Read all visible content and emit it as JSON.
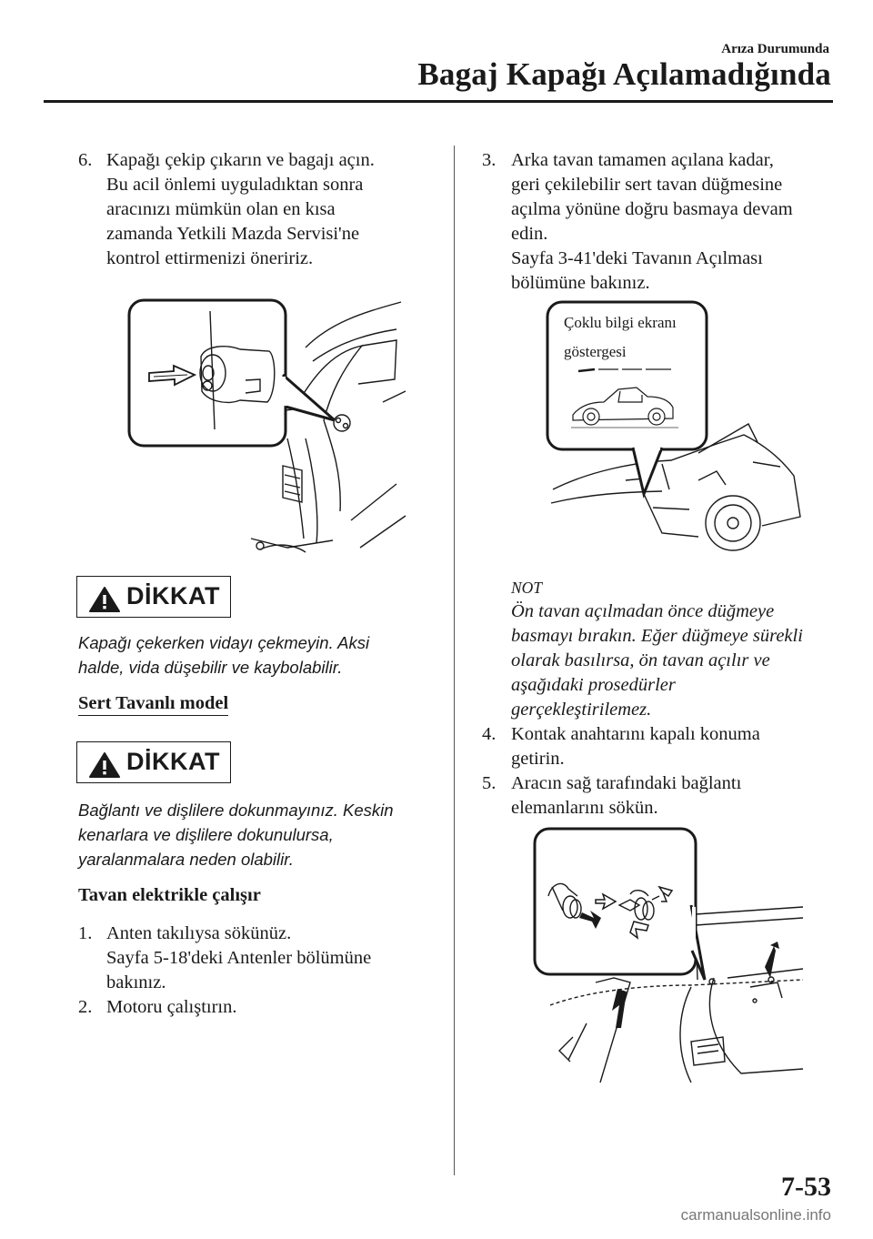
{
  "header": {
    "section": "Arıza Durumunda",
    "title": "Bagaj Kapağı Açılamadığında"
  },
  "left": {
    "step6": {
      "num": "6.",
      "lines": [
        "Kapağı çekip çıkarın ve bagajı açın.",
        "Bu acil önlemi uyguladıktan sonra",
        "aracınızı mümkün olan en kısa",
        "zamanda Yetkili Mazda Servisi'ne",
        "kontrol ettirmenizi öneririz."
      ]
    },
    "caution1": {
      "label": "DİKKAT",
      "lines": [
        "Kapağı çekerken vidayı çekmeyin. Aksi",
        "halde, vida düşebilir ve kaybolabilir."
      ]
    },
    "hardtop_heading": "Sert Tavanlı model",
    "caution2": {
      "label": "DİKKAT",
      "lines": [
        "Bağlantı ve dişlilere dokunmayınız. Keskin",
        "kenarlara ve dişlilere dokunulursa,",
        "yaralanmalara neden olabilir."
      ]
    },
    "electric_heading": "Tavan elektrikle çalışır",
    "step1": {
      "num": "1.",
      "lines": [
        "Anten takılıysa sökünüz.",
        "Sayfa 5-18'deki Antenler bölümüne",
        "bakınız."
      ]
    },
    "step2": {
      "num": "2.",
      "lines": [
        "Motoru çalıştırın."
      ]
    }
  },
  "right": {
    "step3": {
      "num": "3.",
      "lines": [
        "Arka tavan tamamen açılana kadar,",
        "geri çekilebilir sert tavan düğmesine",
        "açılma yönüne doğru basmaya devam",
        "edin.",
        "Sayfa 3-41'deki Tavanın Açılması",
        "bölümüne bakınız."
      ]
    },
    "callout": [
      "Çoklu bilgi ekranı",
      "göstergesi"
    ],
    "note": {
      "label": "NOT",
      "lines": [
        "Ön tavan açılmadan önce düğmeye",
        "basmayı bırakın. Eğer düğmeye sürekli",
        "olarak basılırsa, ön tavan açılır ve",
        "aşağıdaki prosedürler",
        "gerçekleştirilemez."
      ]
    },
    "step4": {
      "num": "4.",
      "lines": [
        "Kontak anahtarını kapalı konuma",
        "getirin."
      ]
    },
    "step5": {
      "num": "5.",
      "lines": [
        "Aracın sağ tarafındaki bağlantı",
        "elemanlarını sökün."
      ]
    }
  },
  "footer": {
    "page": "7-53",
    "watermark": "carmanualsonline.info"
  }
}
